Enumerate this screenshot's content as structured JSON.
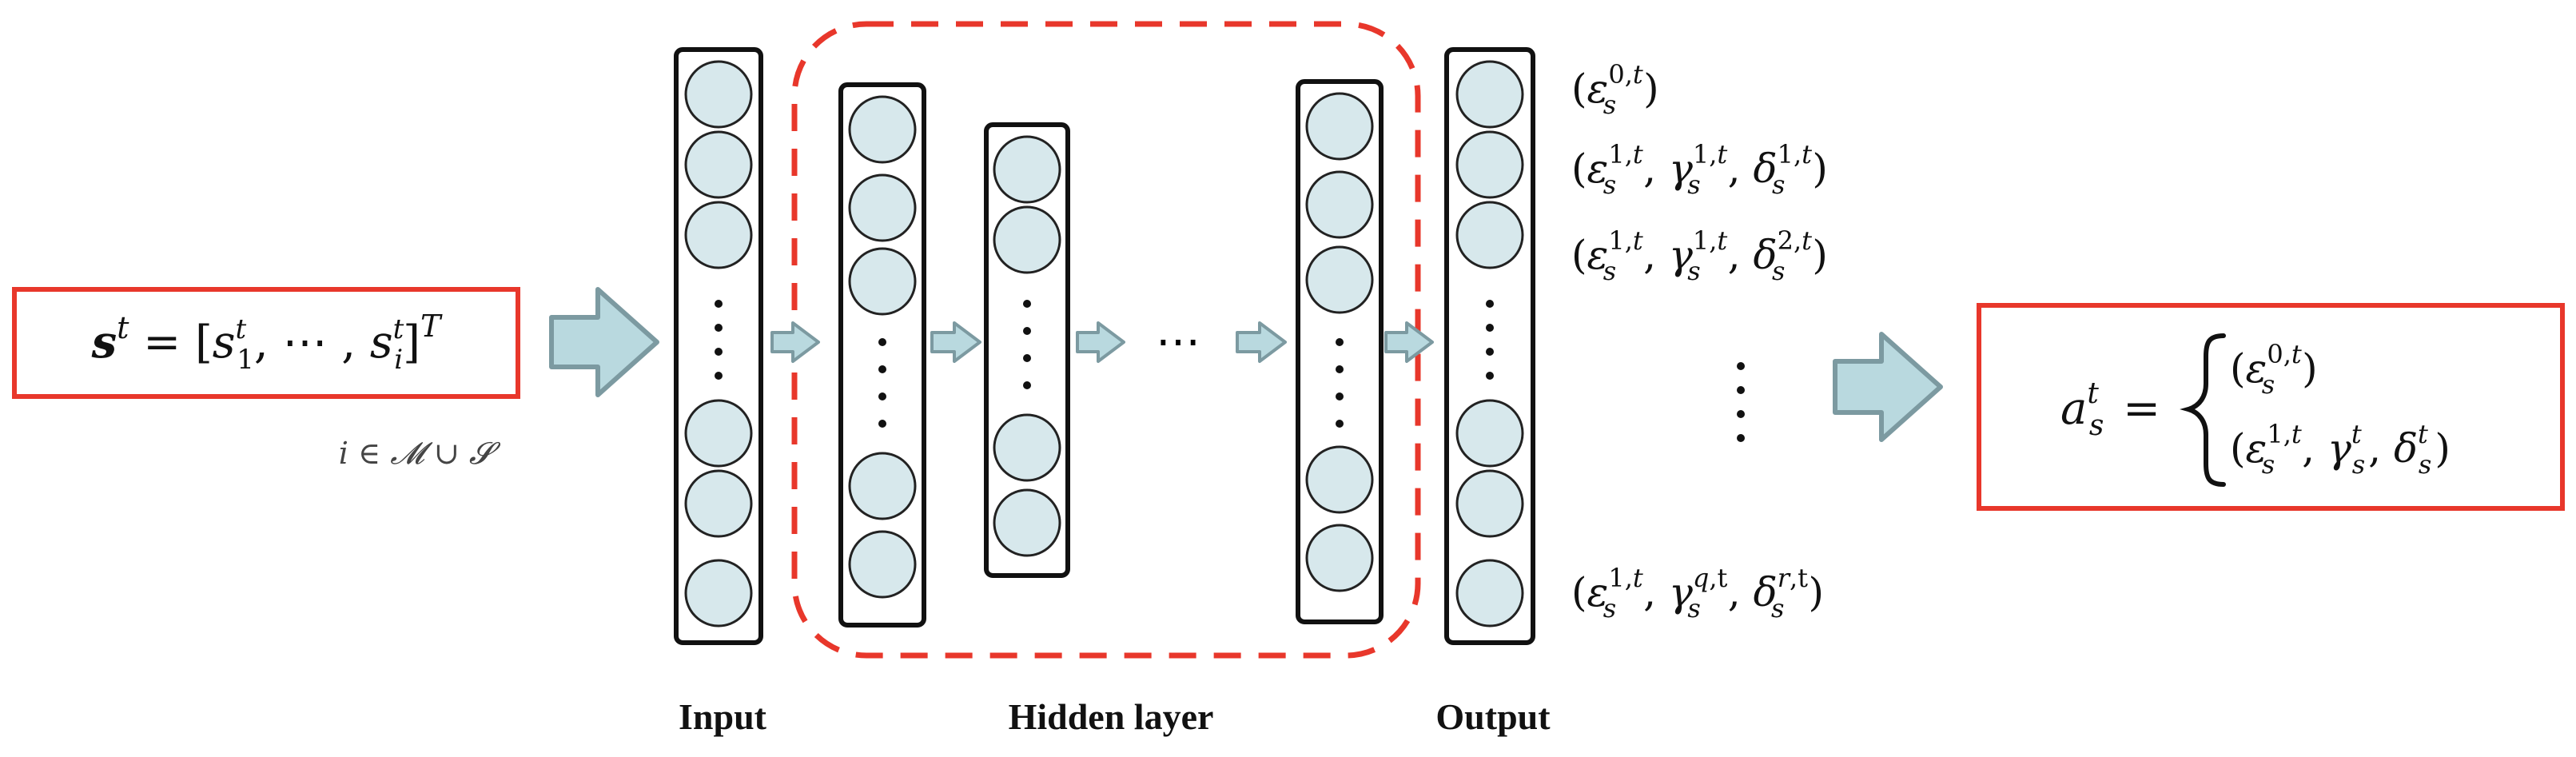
{
  "input_box": {
    "equation": "sᵗ = [s₁ᵗ, ⋯ , sᵢᵗ]ᵀ",
    "condition": "i ∈ M ∪ S"
  },
  "layers": {
    "input_label": "Input",
    "hidden_label": "Hidden layer",
    "output_label": "Output",
    "hidden_ellipsis": "⋯"
  },
  "outputs": {
    "items": [
      "(ε_s^{0,t})",
      "(ε_s^{1,t}, γ_s^{1,t}, δ_s^{1,t})",
      "(ε_s^{1,t}, γ_s^{1,t}, δ_s^{2,t})",
      "(ε_s^{1,t}, γ_s^{q,t}, δ_s^{r,t})"
    ]
  },
  "action_box": {
    "lhs": "a_s^t =",
    "case_1": "(ε_s^{0,t})",
    "case_2": "(ε_s^{1,t}, γ_s^t, δ_s^t)"
  },
  "colors": {
    "highlight": "#e8372b",
    "node_fill": "#d7e8ec",
    "arrow_fill": "#b9d9df",
    "arrow_stroke": "#7c9aa1"
  }
}
